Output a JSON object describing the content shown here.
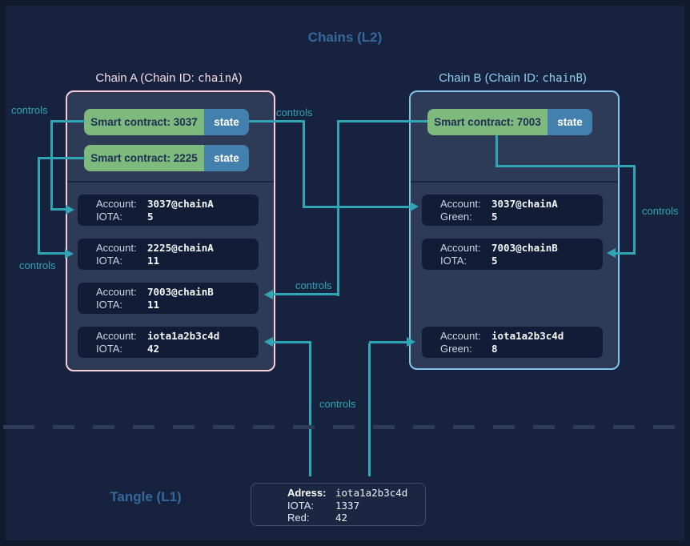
{
  "titles": {
    "l2": "Chains (L2)",
    "l1": "Tangle (L1)"
  },
  "connector_label": "controls",
  "chain_a": {
    "title": {
      "prefix": "Chain A (Chain ID: ",
      "code": "chainA",
      "suffix": ")"
    },
    "contracts": [
      {
        "label": "Smart contract: 3037",
        "state": "state"
      },
      {
        "label": "Smart contract: 2225",
        "state": "state"
      }
    ],
    "accounts": [
      {
        "k1": "Account:",
        "v1": "3037@chainA",
        "k2": "IOTA:",
        "v2": "5"
      },
      {
        "k1": "Account:",
        "v1": "2225@chainA",
        "k2": "IOTA:",
        "v2": "11"
      },
      {
        "k1": "Account:",
        "v1": "7003@chainB",
        "k2": "IOTA:",
        "v2": "11"
      },
      {
        "k1": "Account:",
        "v1": "iota1a2b3c4d",
        "k2": "IOTA:",
        "v2": "42"
      }
    ]
  },
  "chain_b": {
    "title": {
      "prefix": "Chain B (Chain ID: ",
      "code": "chainB",
      "suffix": ")"
    },
    "contracts": [
      {
        "label": "Smart contract: 7003",
        "state": "state"
      }
    ],
    "accounts": [
      {
        "k1": "Account:",
        "v1": "3037@chainA",
        "k2": "Green:",
        "v2": "5"
      },
      {
        "k1": "Account:",
        "v1": "7003@chainB",
        "k2": "IOTA:",
        "v2": "5"
      },
      {
        "k1": "Account:",
        "v1": "iota1a2b3c4d",
        "k2": "Green:",
        "v2": "8"
      }
    ]
  },
  "l1_box": {
    "rows": [
      {
        "label": "Adress:",
        "value": "iota1a2b3c4d"
      },
      {
        "label": "IOTA:",
        "value": "1337"
      },
      {
        "label": "Red:",
        "value": "42"
      }
    ]
  },
  "colors": {
    "frame": "#101a2c",
    "bg": "#16223e",
    "chain_bg": "#2d3b57",
    "account_bg": "#111c37",
    "pink": "#f6cdd9",
    "blue": "#82c4eb",
    "green": "#7eb97d",
    "state": "#4480ad",
    "teal": "#2fa5b6",
    "heading": "#35689b",
    "title_a": "#f8dde4",
    "title_b": "#90cff2",
    "dark_text": "#1e2d52",
    "divider": "#19253f",
    "dash": "#2f3c58",
    "l1_border": "#3f4d6b",
    "l1_bg": "#1a2642",
    "label": "#cdd5e3"
  }
}
